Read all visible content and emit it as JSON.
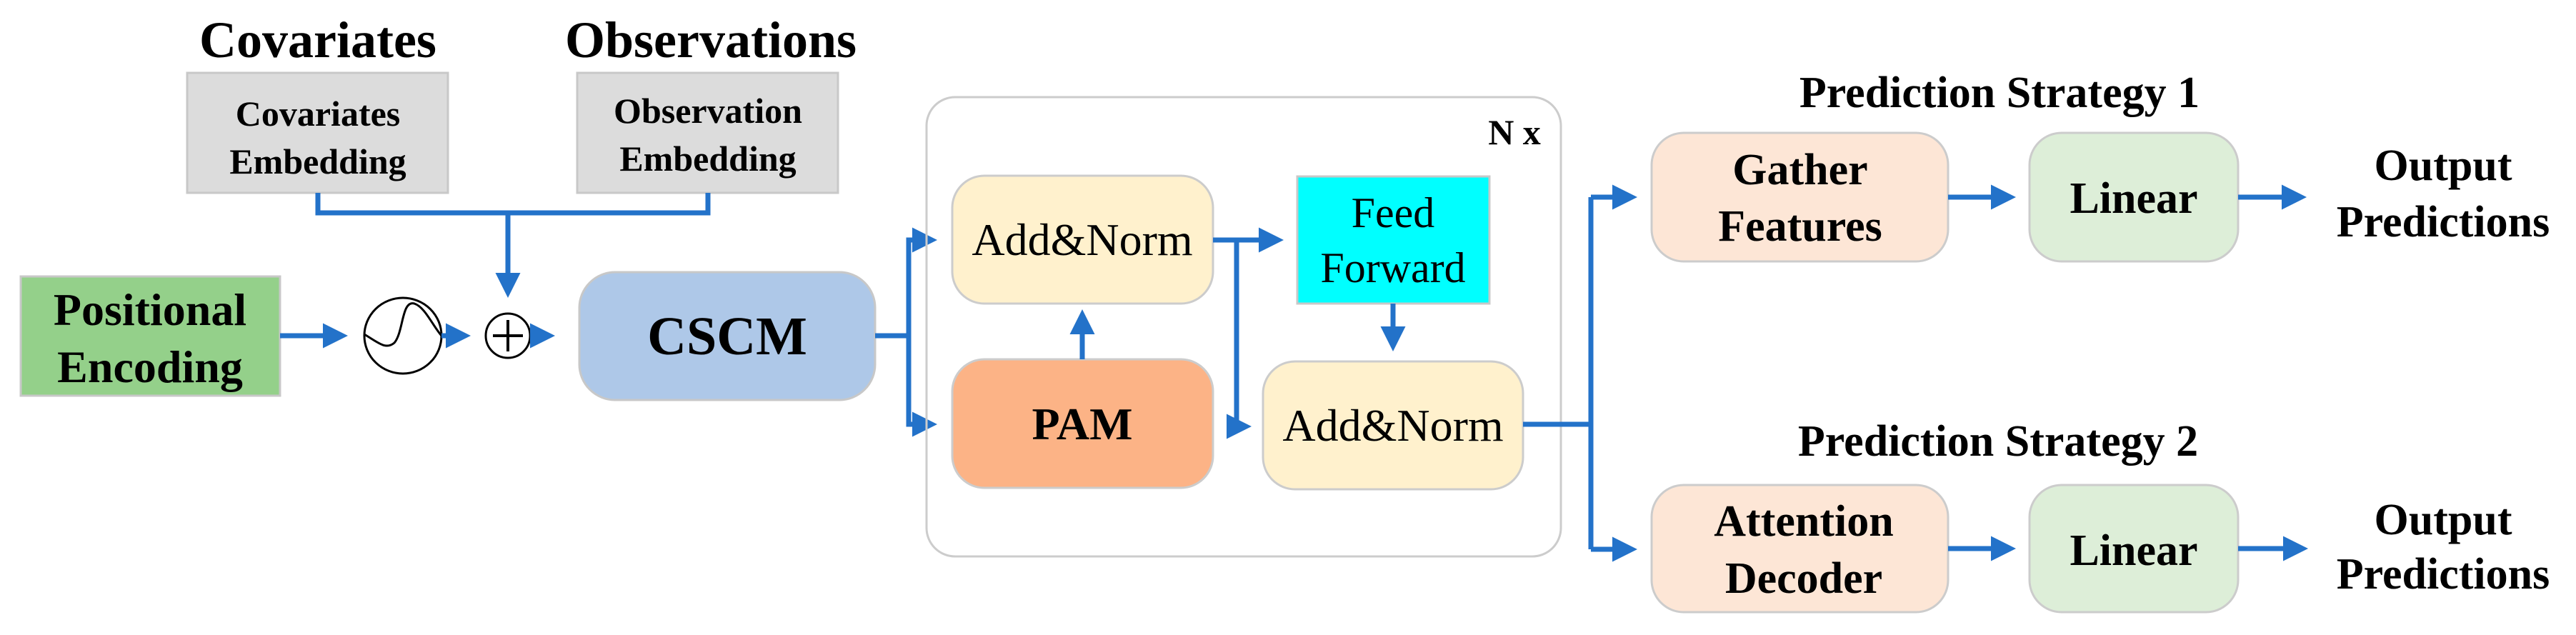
{
  "inputs": {
    "covariates_title": "Covariates",
    "observations_title": "Observations",
    "covariates_embedding": [
      "Covariates",
      "Embedding"
    ],
    "observation_embedding": [
      "Observation",
      "Embedding"
    ],
    "positional_encoding": [
      "Positional",
      "Encoding"
    ]
  },
  "encoder": {
    "cscm": "CSCM",
    "repeat_label": "N x",
    "add_norm_1": "Add&Norm",
    "add_norm_2": "Add&Norm",
    "pam": "PAM",
    "feed_forward": [
      "Feed",
      "Forward"
    ]
  },
  "strategies": [
    {
      "title": "Prediction Strategy 1",
      "module": [
        "Gather",
        "Features"
      ],
      "linear": "Linear",
      "output": [
        "Output",
        "Predictions"
      ]
    },
    {
      "title": "Prediction Strategy 2",
      "module": [
        "Attention",
        "Decoder"
      ],
      "linear": "Linear",
      "output": [
        "Output",
        "Predictions"
      ]
    }
  ],
  "icons": {
    "sine": "sine-wave-icon",
    "plus": "plus-circle-icon"
  },
  "colors": {
    "arrow": "#2372c9",
    "embedding": "#dcdcdc",
    "positional": "#94d08a",
    "cscm": "#aec8e8",
    "add_norm": "#fff1cd",
    "pam": "#fcb386",
    "feed_forward": "#00ffff",
    "strategy_module": "#fde6d6",
    "linear": "#ddeed8"
  }
}
